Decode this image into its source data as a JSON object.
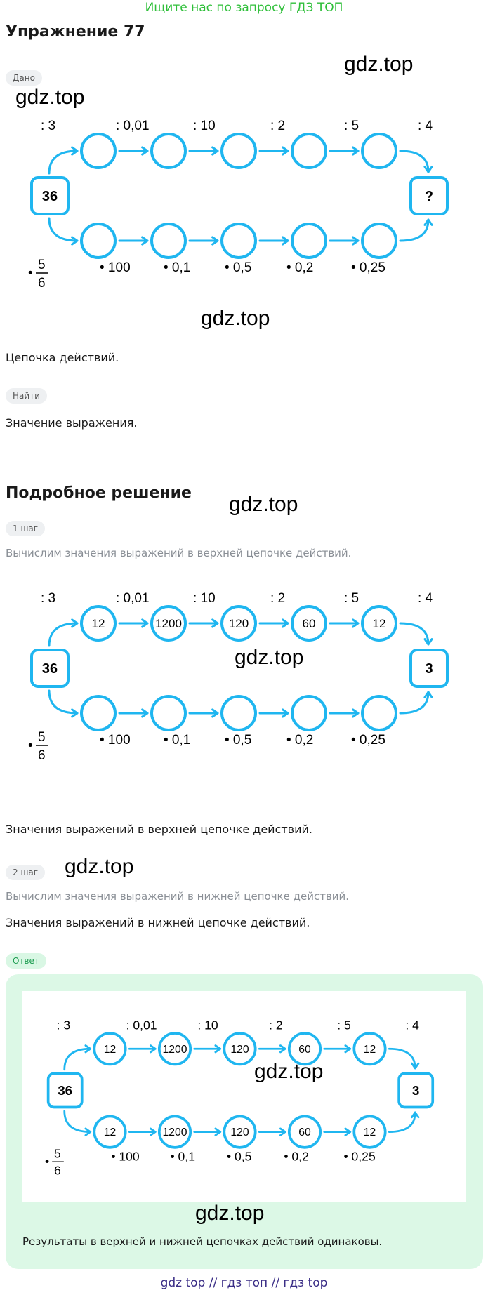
{
  "banner": "Ищите нас по запросу ГДЗ ТОП",
  "title": "Упражнение 77",
  "watermark": "gdz.top",
  "given_tag": "Дано",
  "given_text": "Цепочка действий.",
  "find_tag": "Найти",
  "find_text": "Значение выражения.",
  "solution_title": "Подробное решение",
  "step1": {
    "tag": "1 шаг",
    "desc": "Вычислим значения выражений в верхней цепочке действий.",
    "result": "Значения выражений в верхней цепочке действий."
  },
  "step2": {
    "tag": "2 шаг",
    "desc": "Вычислим значения выражений в нижней цепочке действий.",
    "result": "Значения выражений в нижней цепочке действий."
  },
  "answer": {
    "tag": "Ответ",
    "text": "Результаты в верхней и нижней цепочках действий одинаковы."
  },
  "chain": {
    "start": "36",
    "unknown": "?",
    "top_ops": [
      ": 3",
      ": 0,01",
      ": 10",
      ": 2",
      ": 5",
      ": 4"
    ],
    "bottom_ops": [
      "• 100",
      "• 0,1",
      "• 0,5",
      "• 0,2",
      "• 0,25"
    ],
    "bottom_first_op": {
      "dot": "•",
      "num": "5",
      "den": "6"
    },
    "top_values": [
      "12",
      "1200",
      "120",
      "60",
      "12"
    ],
    "bottom_values": [
      "12",
      "1200",
      "120",
      "60",
      "12"
    ],
    "end_value": "3"
  },
  "footer": "gdz top  //  гдз топ  //  гдз top",
  "colors": {
    "accent": "#1fb6f0",
    "banner": "#2fbf3a",
    "answer_bg": "#dcf8e6"
  }
}
